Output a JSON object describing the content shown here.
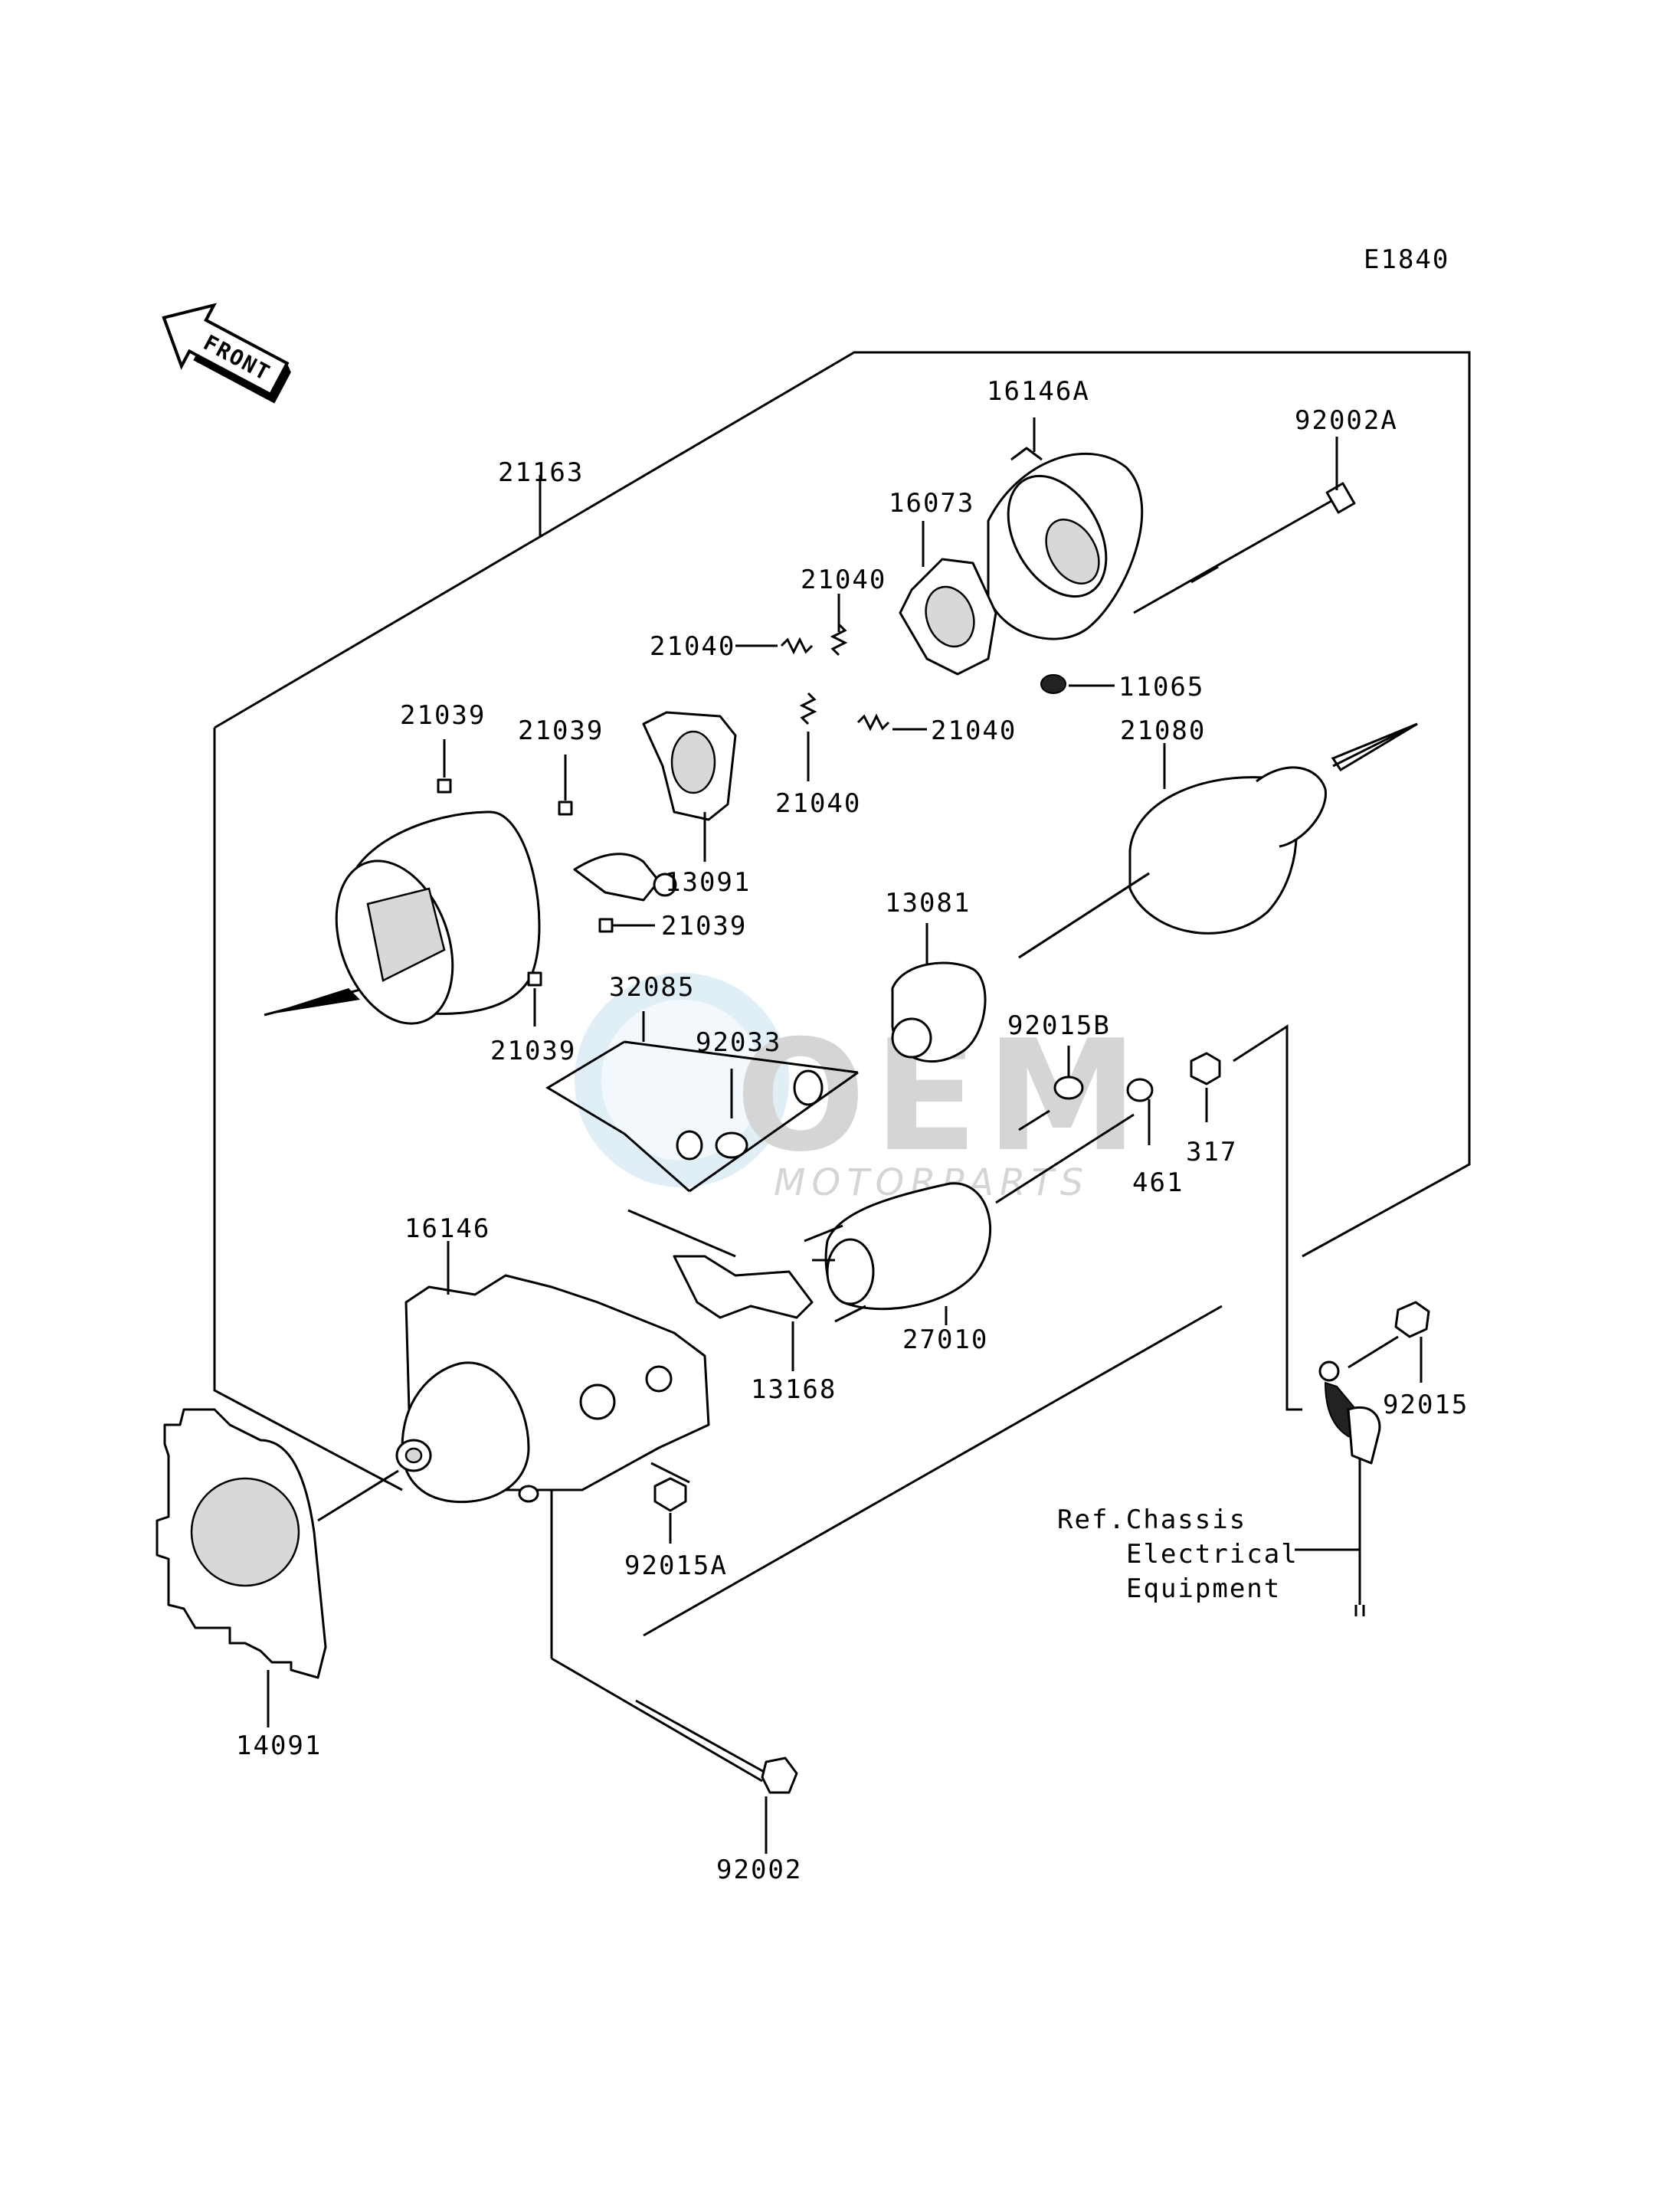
{
  "diagram_code": "E1840",
  "front_arrow_text": "FRONT",
  "watermark": {
    "brand": "OEM",
    "sub": "MOTORPARTS"
  },
  "labels": {
    "p21163": "21163",
    "p16146A": "16146A",
    "p92002A": "92002A",
    "p16073": "16073",
    "p21040a": "21040",
    "p21040b": "21040",
    "p21040c": "21040",
    "p21040d": "21040",
    "p11065": "11065",
    "p21039a": "21039",
    "p21039b": "21039",
    "p21039c": "21039",
    "p21039d": "21039",
    "p13091": "13091",
    "p21080": "21080",
    "p13081": "13081",
    "p32085": "32085",
    "p92033": "92033",
    "p92015B": "92015B",
    "p461": "461",
    "p317": "317",
    "p16146": "16146",
    "p27010": "27010",
    "p13168": "13168",
    "p92015": "92015",
    "p92015A": "92015A",
    "p14091": "14091",
    "p92002": "92002"
  },
  "reference_note": {
    "line1": "Ref.Chassis",
    "line2": "Electrical",
    "line3": "Equipment"
  }
}
